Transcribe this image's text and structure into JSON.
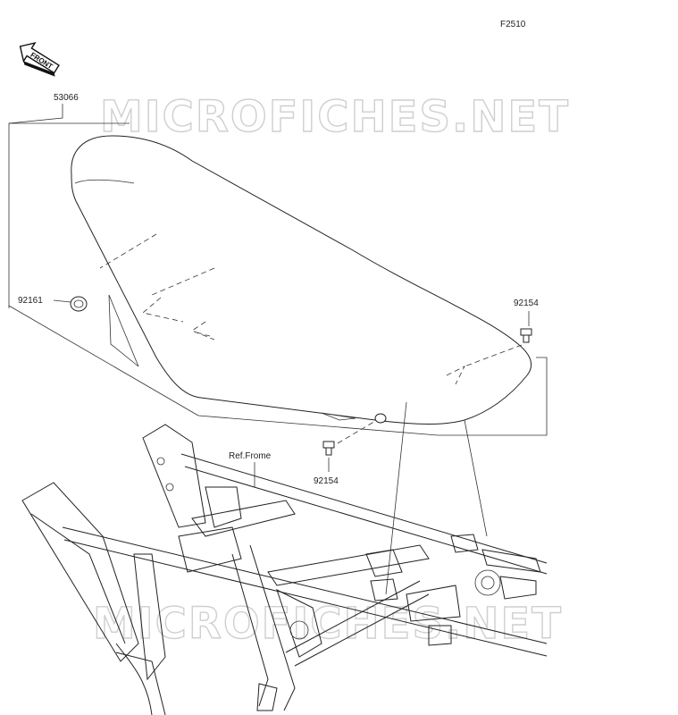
{
  "figure_code": "F2510",
  "front_arrow_text": "FRONT",
  "watermark_text": "MICROFICHES.NET",
  "ref_frame_label": "Ref.Frome",
  "callouts": {
    "seat": "53066",
    "pad": "92161",
    "bolt_right": "92154",
    "bolt_bottom": "92154"
  }
}
